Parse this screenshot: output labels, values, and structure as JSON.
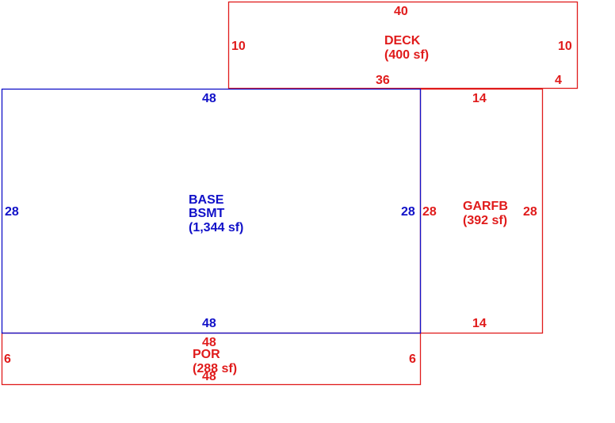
{
  "areas": {
    "deck": {
      "name": "DECK",
      "area": "(400 sf)",
      "color": "#e01b1b",
      "dims": {
        "top": "40",
        "left": "10",
        "right": "10",
        "bottom_left": "36",
        "bottom_right": "4"
      }
    },
    "base": {
      "name_line1": "BASE",
      "name_line2": "BSMT",
      "area": "(1,344 sf)",
      "color": "#1010c8",
      "dims": {
        "top": "48",
        "left": "28",
        "right": "28",
        "bottom": "48"
      }
    },
    "garfb": {
      "name": "GARFB",
      "area": "(392 sf)",
      "color": "#e01b1b",
      "dims": {
        "top": "14",
        "left": "28",
        "right": "28",
        "bottom": "14"
      }
    },
    "por": {
      "name": "POR",
      "area": "(288 sf)",
      "color": "#e01b1b",
      "dims": {
        "top": "48",
        "left": "6",
        "right": "6",
        "bottom": "48"
      }
    }
  }
}
